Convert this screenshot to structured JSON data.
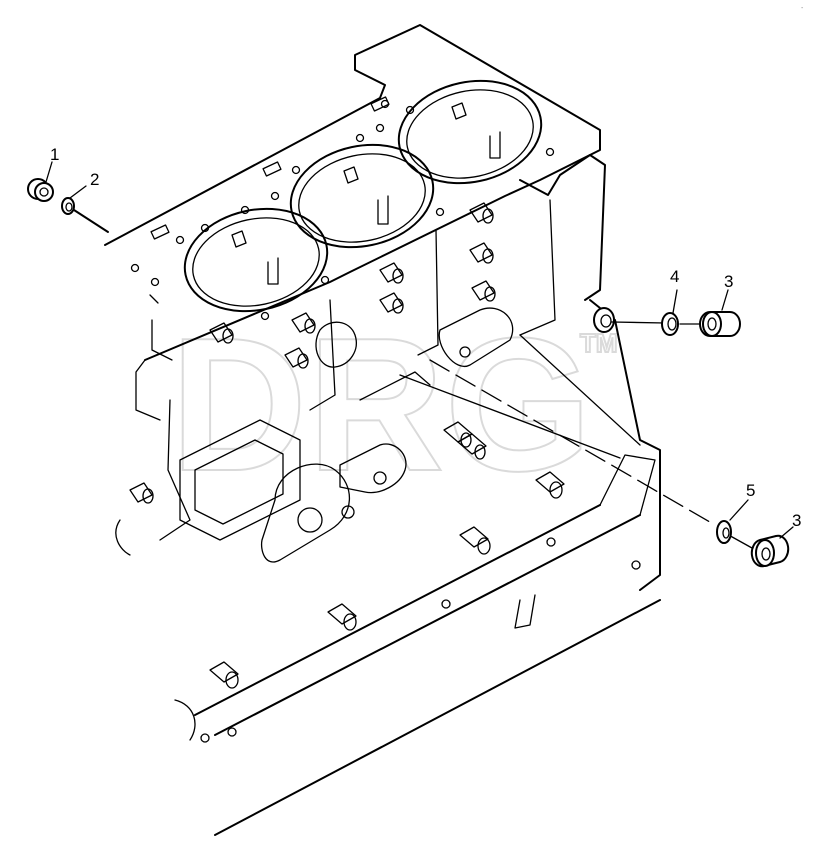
{
  "callouts": {
    "c1": "1",
    "c2": "2",
    "c3a": "3",
    "c4": "4",
    "c3b": "3",
    "c5": "5"
  },
  "watermark": {
    "text": "DRG",
    "tm": "TM"
  }
}
